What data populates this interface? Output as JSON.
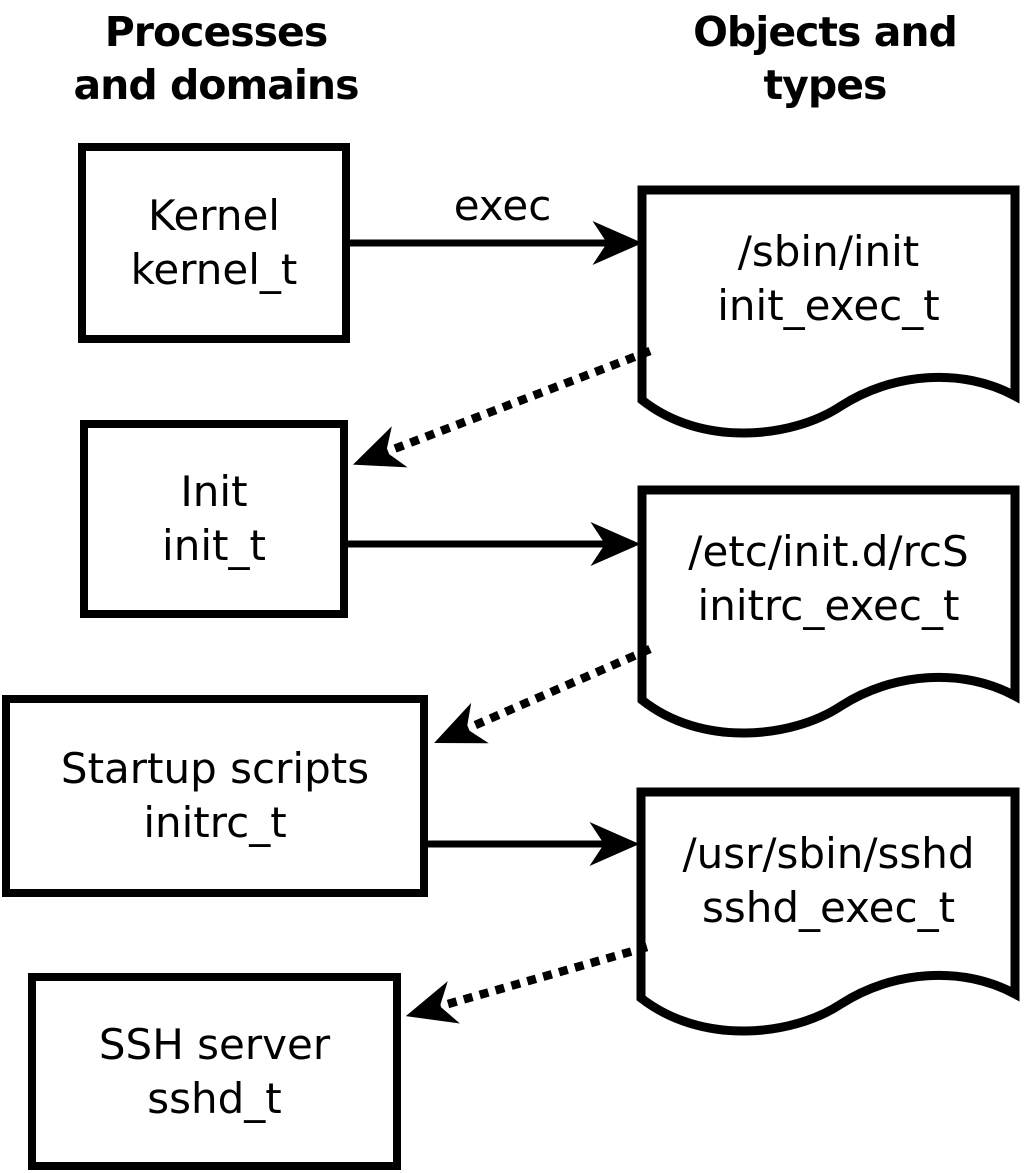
{
  "headers": {
    "left": {
      "line1": "Processes",
      "line2": "and domains"
    },
    "right": {
      "line1": "Objects and",
      "line2": "types"
    }
  },
  "processes": [
    {
      "name": "Kernel",
      "domain": "kernel_t"
    },
    {
      "name": "Init",
      "domain": "init_t"
    },
    {
      "name": "Startup scripts",
      "domain": "initrc_t"
    },
    {
      "name": "SSH server",
      "domain": "sshd_t"
    }
  ],
  "objects": [
    {
      "path": "/sbin/init",
      "type": "init_exec_t"
    },
    {
      "path": "/etc/init.d/rcS",
      "type": "initrc_exec_t"
    },
    {
      "path": "/usr/sbin/sshd",
      "type": "sshd_exec_t"
    }
  ],
  "arrows": {
    "exec_label": "exec"
  },
  "colors": {
    "ink": "#000000",
    "background": "#ffffff"
  }
}
